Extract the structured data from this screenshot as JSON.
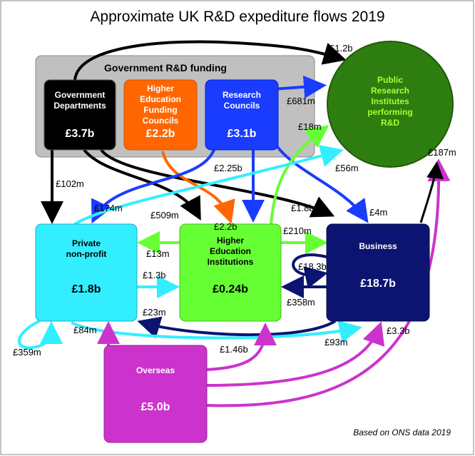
{
  "title": "Approximate UK R&D expediture flows 2019",
  "source_note": "Based on ONS data 2019",
  "group": {
    "label": "Government R&D funding"
  },
  "nodes": {
    "gov_depts": {
      "line1": "Government",
      "line2": "Departments",
      "value": "£3.7b"
    },
    "hefc": {
      "line1": "Higher",
      "line2": "Education",
      "line3": "Funding",
      "line4": "Councils",
      "value": "£2.2b"
    },
    "research_councils": {
      "line1": "Research",
      "line2": "Councils",
      "value": "£3.1b"
    },
    "pri": {
      "line1": "Public",
      "line2": "Research",
      "line3": "Institutes",
      "line4": "performing",
      "line5": "R&D"
    },
    "private_np": {
      "line1": "Private",
      "line2": "non-profit",
      "value": "£1.8b"
    },
    "hei": {
      "line1": "Higher",
      "line2": "Education",
      "line3": "Institutions",
      "value": "£0.24b"
    },
    "business": {
      "line1": "Business",
      "value": "£18.7b"
    },
    "overseas": {
      "line1": "Overseas",
      "value": "£5.0b"
    }
  },
  "flows": {
    "gd_pri": "£1.2b",
    "rc_pri": "£681m",
    "hei_pri": "£18m",
    "bus_pri": "£187m",
    "pnp_pri": "£56m",
    "gd_pnp": "£102m",
    "rc_pnp": "£174m",
    "pnp_hei_top": "£509m",
    "rc_hei": "£2.25b",
    "hefc_hei": "£2.2b",
    "gd_bus": "£1.8b",
    "rc_bus": "£4m",
    "hei_bus": "£210m",
    "hei_pnp": "£13m",
    "bus_bus": "£18.3b",
    "pnp_hei": "£1.3b",
    "bus_hei": "£358m",
    "bus_pnp": "£23m",
    "pnp_bus": "£84m",
    "pnp_pnp": "£359m",
    "ov_pnp": "£1.46b",
    "ov_bus": "£93m",
    "ov_pri": "£3.3b"
  },
  "colors": {
    "black": "#000000",
    "orange": "#ff6600",
    "blue": "#1a3cff",
    "navy": "#0b1470",
    "green": "#66ff33",
    "cyan": "#33eeff",
    "magenta": "#cc33cc",
    "gov_group": "#c0c0c0",
    "pri_fill": "#2e7d10",
    "pri_text": "#aaff33"
  }
}
